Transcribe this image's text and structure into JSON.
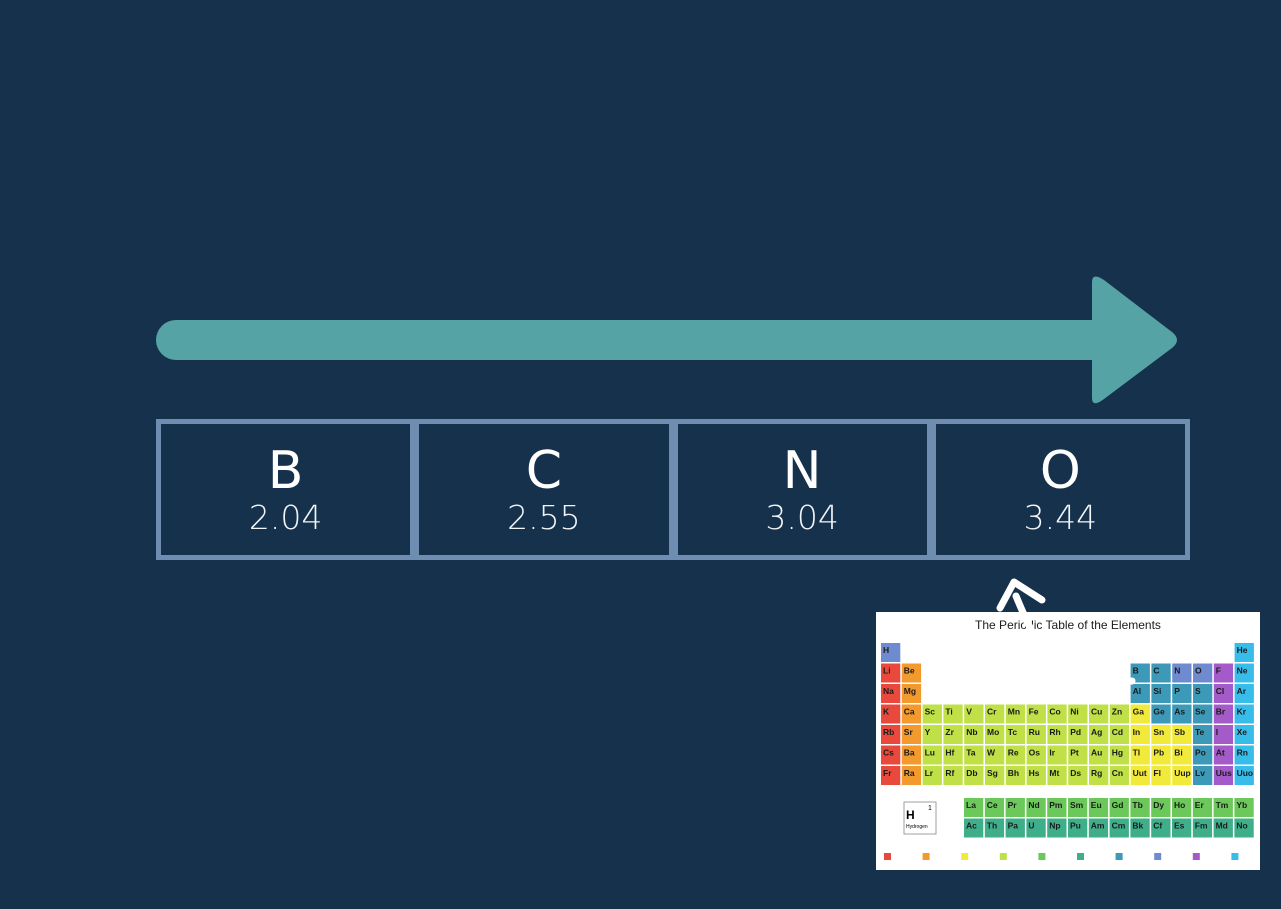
{
  "trend": {
    "color": "#56a3a6"
  },
  "elements": [
    {
      "symbol": "B",
      "value": "2.04"
    },
    {
      "symbol": "C",
      "value": "2.55"
    },
    {
      "symbol": "N",
      "value": "3.04"
    },
    {
      "symbol": "O",
      "value": "3.44"
    }
  ],
  "periodic_table": {
    "title": "The Periodic Table of the Elements",
    "legend_colors": [
      "#e8493c",
      "#f39a2e",
      "#f2ea3a",
      "#bfe046",
      "#6cc85a",
      "#3fae8a",
      "#3c9ab8",
      "#6f8bd0",
      "#a45ac8",
      "#38bdea"
    ],
    "rows": [
      [
        "H",
        "",
        "",
        "",
        "",
        "",
        "",
        "",
        "",
        "",
        "",
        "",
        "",
        "",
        "",
        "",
        "",
        "He"
      ],
      [
        "Li",
        "Be",
        "",
        "",
        "",
        "",
        "",
        "",
        "",
        "",
        "",
        "",
        "B",
        "C",
        "N",
        "O",
        "F",
        "Ne"
      ],
      [
        "Na",
        "Mg",
        "",
        "",
        "",
        "",
        "",
        "",
        "",
        "",
        "",
        "",
        "Al",
        "Si",
        "P",
        "S",
        "Cl",
        "Ar"
      ],
      [
        "K",
        "Ca",
        "Sc",
        "Ti",
        "V",
        "Cr",
        "Mn",
        "Fe",
        "Co",
        "Ni",
        "Cu",
        "Zn",
        "Ga",
        "Ge",
        "As",
        "Se",
        "Br",
        "Kr"
      ],
      [
        "Rb",
        "Sr",
        "Y",
        "Zr",
        "Nb",
        "Mo",
        "Tc",
        "Ru",
        "Rh",
        "Pd",
        "Ag",
        "Cd",
        "In",
        "Sn",
        "Sb",
        "Te",
        "I",
        "Xe"
      ],
      [
        "Cs",
        "Ba",
        "Lu",
        "Hf",
        "Ta",
        "W",
        "Re",
        "Os",
        "Ir",
        "Pt",
        "Au",
        "Hg",
        "Tl",
        "Pb",
        "Bi",
        "Po",
        "At",
        "Rn"
      ],
      [
        "Fr",
        "Ra",
        "Lr",
        "Rf",
        "Db",
        "Sg",
        "Bh",
        "Hs",
        "Mt",
        "Ds",
        "Rg",
        "Cn",
        "Uut",
        "Fl",
        "Uup",
        "Lv",
        "Uus",
        "Uuo"
      ]
    ],
    "f_block": [
      [
        "La",
        "Ce",
        "Pr",
        "Nd",
        "Pm",
        "Sm",
        "Eu",
        "Gd",
        "Tb",
        "Dy",
        "Ho",
        "Er",
        "Tm",
        "Yb"
      ],
      [
        "Ac",
        "Th",
        "Pa",
        "U",
        "Np",
        "Pu",
        "Am",
        "Cm",
        "Bk",
        "Cf",
        "Es",
        "Fm",
        "Md",
        "No"
      ]
    ],
    "key": {
      "symbol": "H",
      "name": "Hydrogen",
      "number": "1"
    }
  }
}
